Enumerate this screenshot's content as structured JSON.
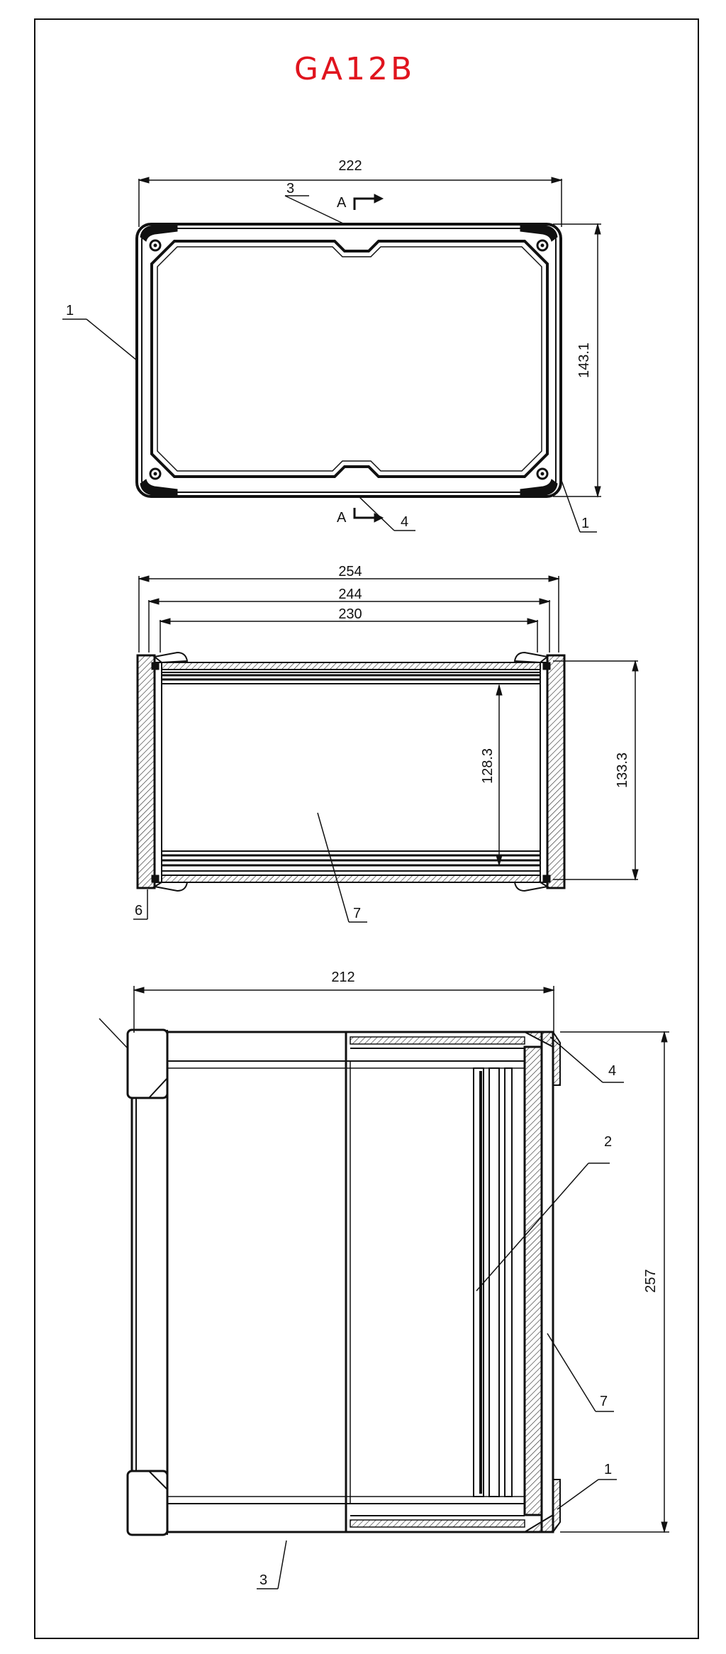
{
  "title": "GA12B",
  "top_view": {
    "width": "222",
    "height": "143.1",
    "section_label_top": "A",
    "section_label_bottom": "A",
    "callouts": [
      "3",
      "1",
      "1",
      "4"
    ]
  },
  "middle_view": {
    "dim_outer": "254",
    "dim_mid": "244",
    "dim_inner": "230",
    "dim_inner_height": "128.3",
    "dim_outer_height": "133.3",
    "callouts": [
      "6",
      "7"
    ]
  },
  "side_view": {
    "width": "212",
    "height": "257",
    "callouts": [
      "4",
      "2",
      "7",
      "1",
      "3"
    ]
  }
}
